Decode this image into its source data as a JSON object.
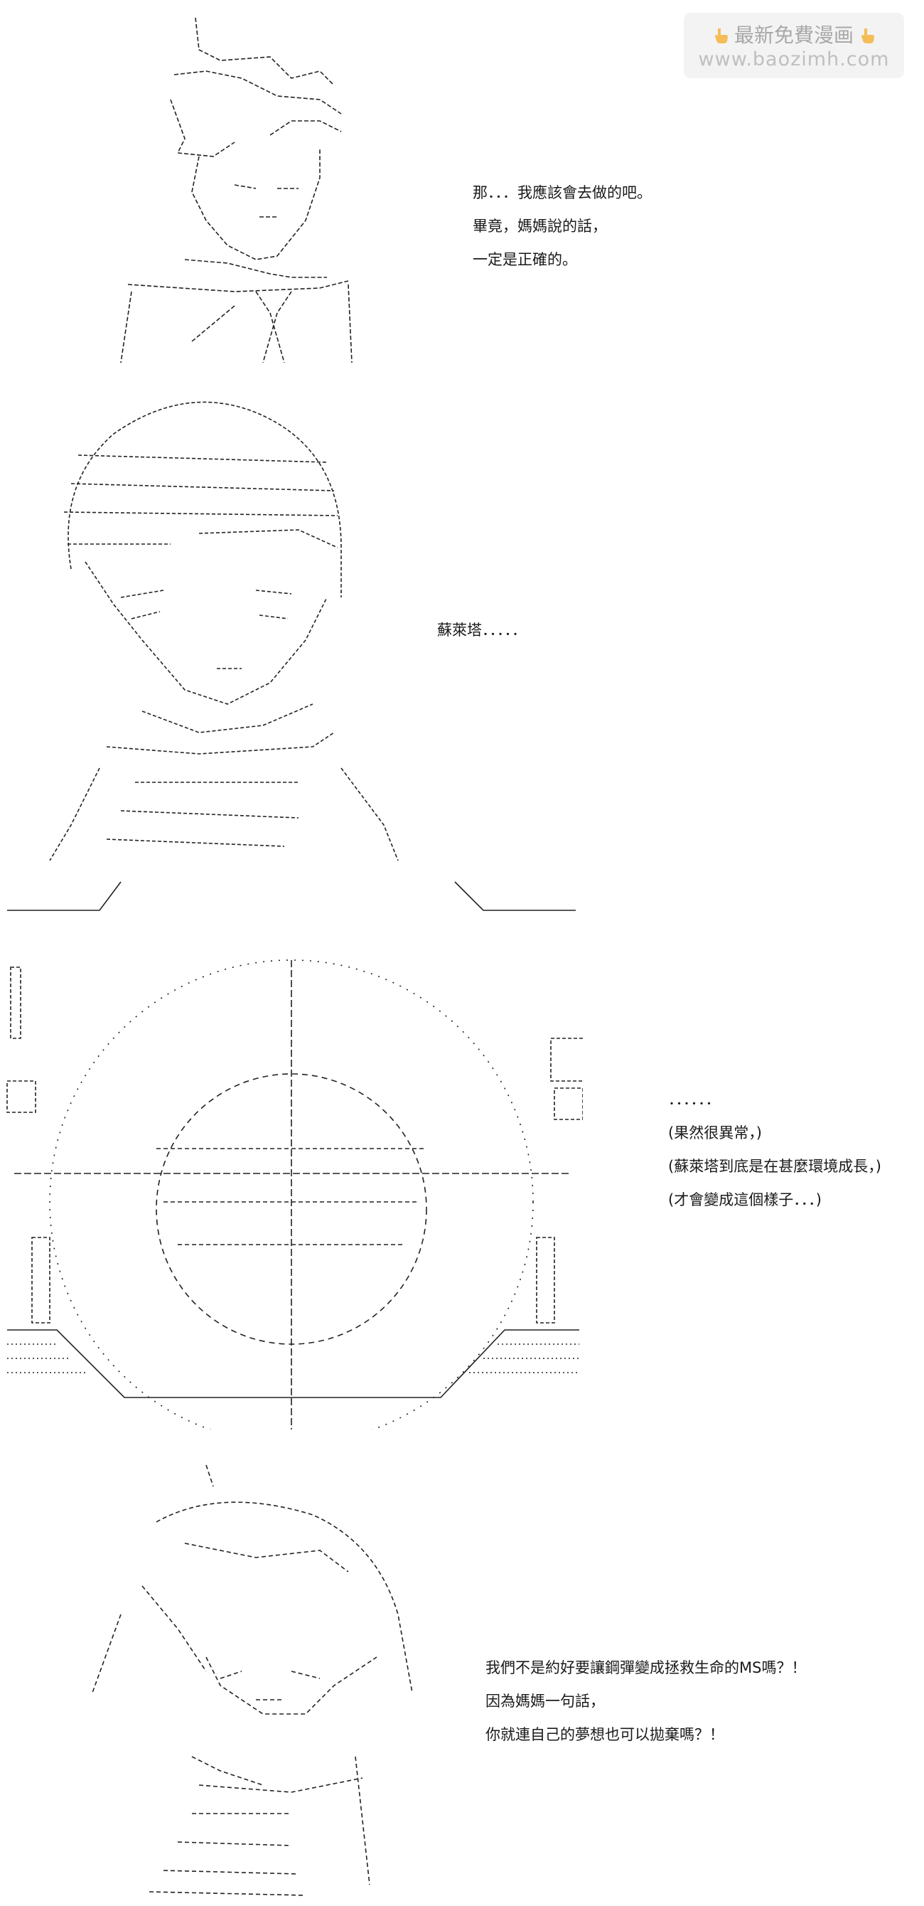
{
  "watermark": {
    "line1": "最新免費漫画",
    "line2": "www.baozimh.com",
    "icon": "pointing-hand-icon",
    "color": "#9a9a9a"
  },
  "panels": [
    {
      "id": "panel-1",
      "art": "boy-portrait-ascii-art",
      "lines": [
        "那．．．我應該會去做的吧。",
        "畢竟，媽媽說的話，",
        "一定是正確的。"
      ]
    },
    {
      "id": "panel-2",
      "art": "girl-portrait-ascii-art",
      "lines": [
        "蘇萊塔．．．．．"
      ]
    },
    {
      "id": "panel-3",
      "art": "cockpit-scope-ascii-art",
      "lines": [
        "．．．．．．",
        "(果然很異常，)",
        "(蘇萊塔到底是在甚麼環境成長，)",
        "(才會變成這個樣子．．．)"
      ]
    },
    {
      "id": "panel-4",
      "art": "girl-shouting-ascii-art",
      "lines": [
        "我們不是約好要讓鋼彈變成拯救生命的MS嗎？！",
        "因為媽媽一句話，",
        "你就連自己的夢想也可以拋棄嗎？！"
      ]
    }
  ]
}
